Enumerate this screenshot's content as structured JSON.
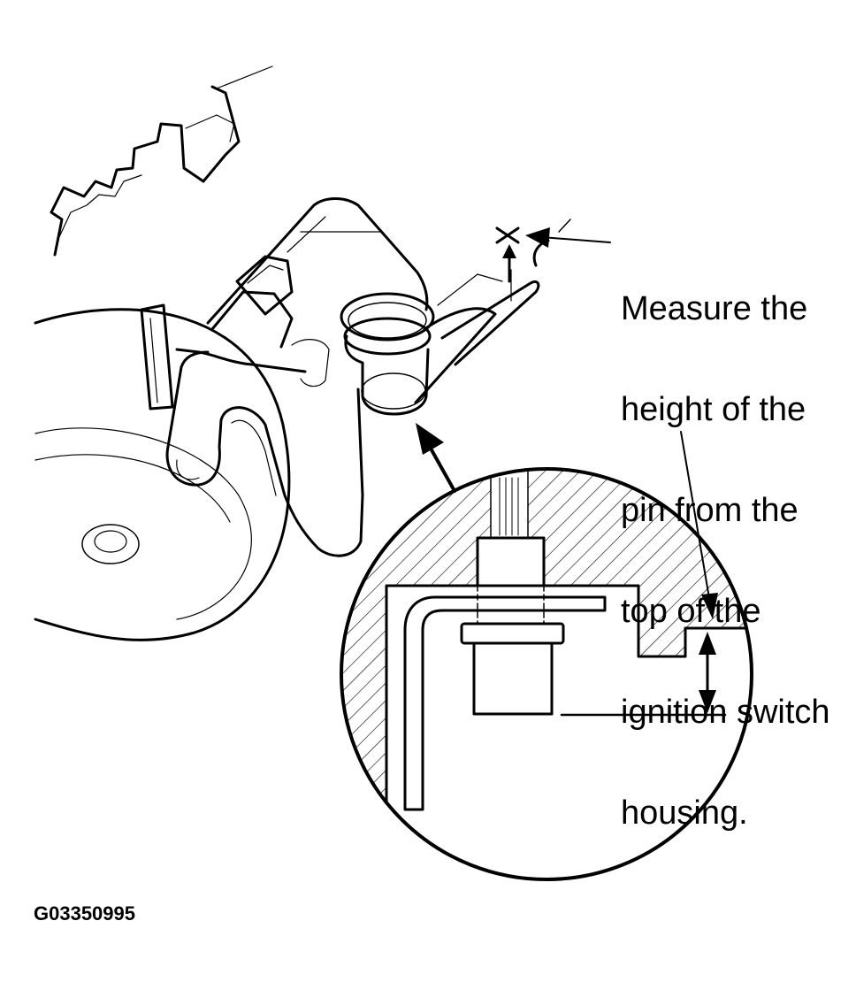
{
  "callout": {
    "lines": [
      "Measure the",
      "height of the",
      "pin from the",
      "top of the",
      "ignition switch",
      "housing."
    ]
  },
  "figure_id": "G03350995",
  "marks": {
    "x_mark": "×"
  }
}
